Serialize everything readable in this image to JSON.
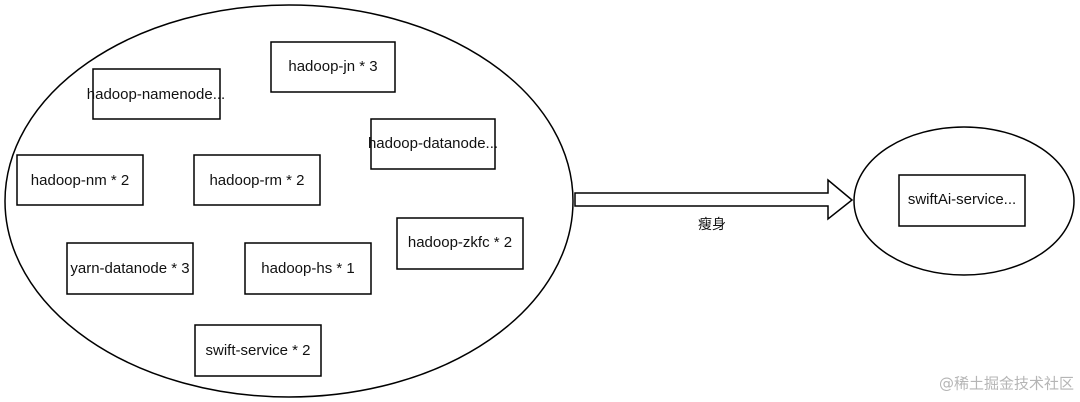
{
  "source_cluster": {
    "nodes": [
      {
        "label": "hadoop-namenode..."
      },
      {
        "label": "hadoop-jn * 3"
      },
      {
        "label": "hadoop-datanode..."
      },
      {
        "label": "hadoop-nm * 2"
      },
      {
        "label": "hadoop-rm * 2"
      },
      {
        "label": "hadoop-zkfc * 2"
      },
      {
        "label": "yarn-datanode * 3"
      },
      {
        "label": "hadoop-hs * 1"
      },
      {
        "label": "swift-service * 2"
      }
    ]
  },
  "arrow": {
    "label": "瘦身"
  },
  "target_cluster": {
    "nodes": [
      {
        "label": "swiftAi-service..."
      }
    ]
  },
  "watermark": {
    "text": "@稀土掘金技术社区"
  }
}
